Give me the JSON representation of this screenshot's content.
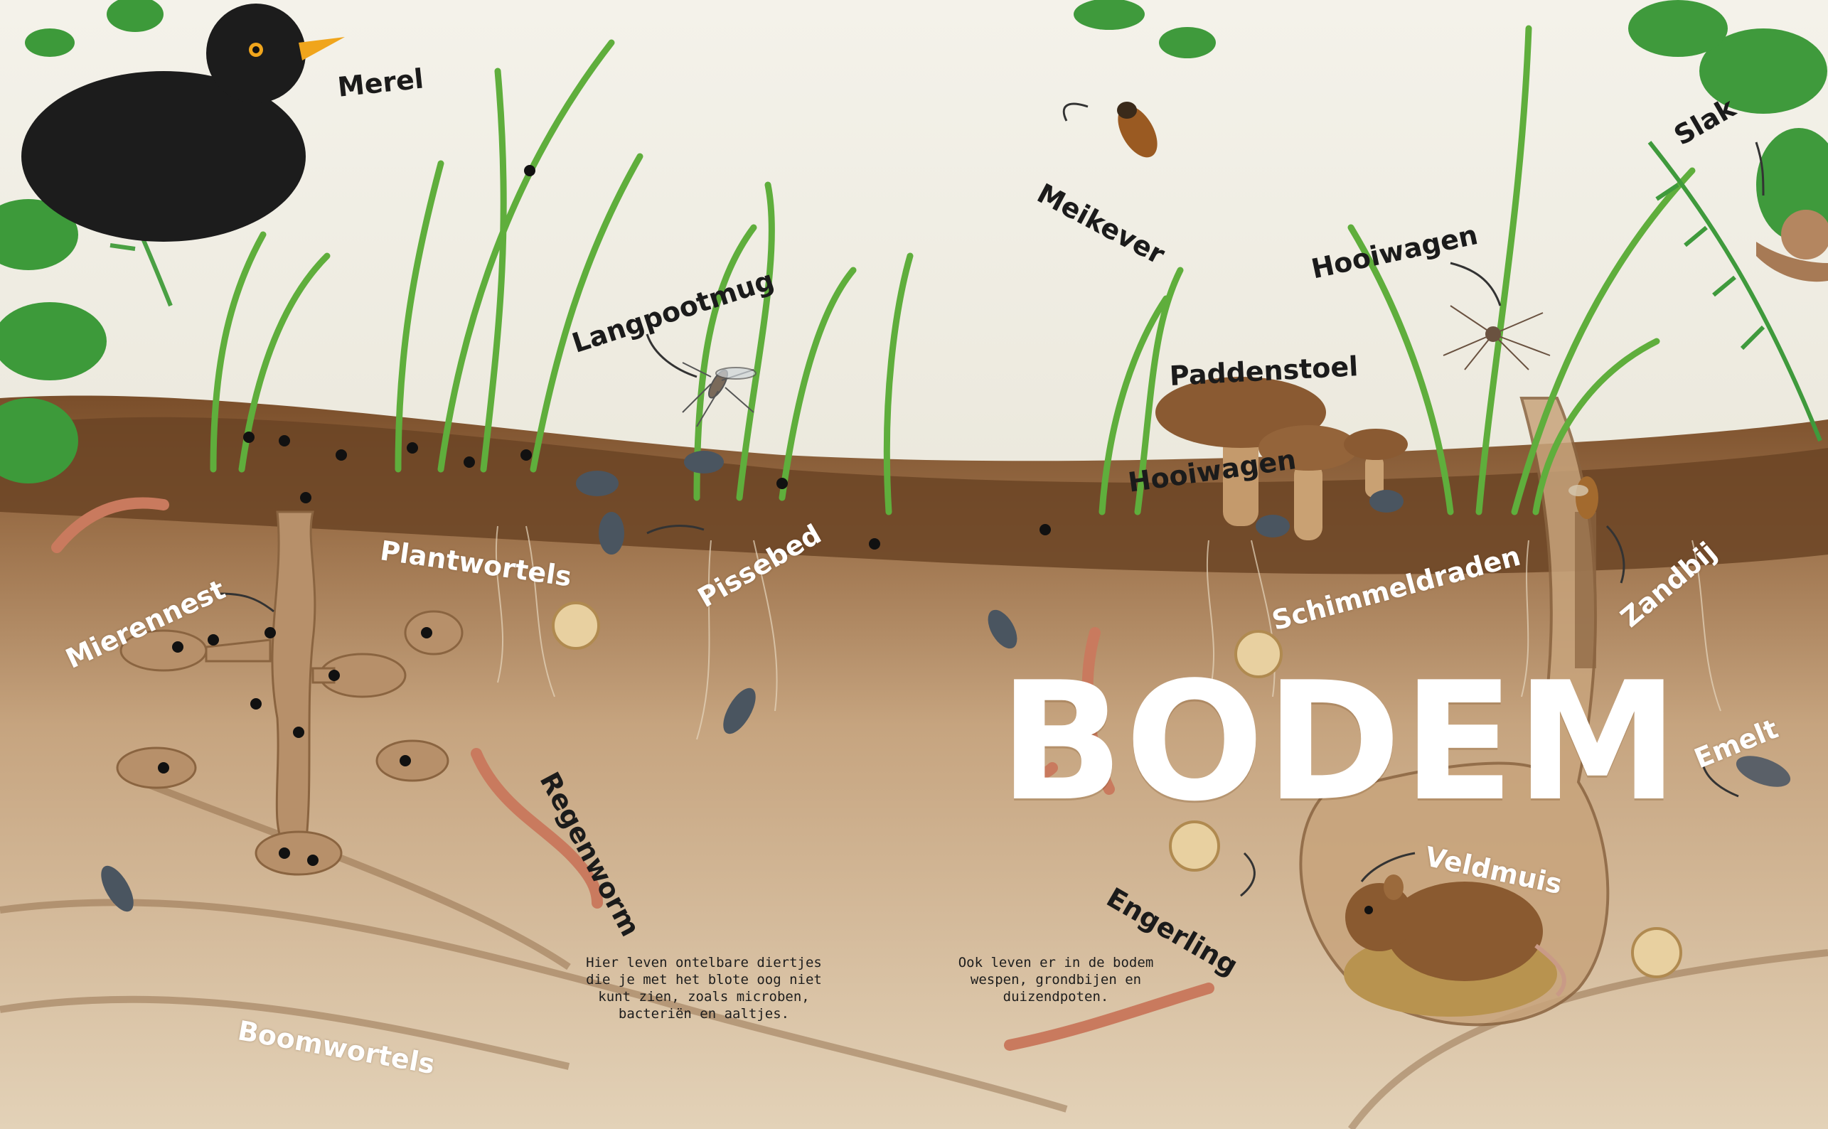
{
  "title": "BODEM",
  "labels": {
    "merel": "Merel",
    "meikever": "Meikever",
    "slak": "Slak",
    "hooiwagen_top": "Hooiwagen",
    "langpootmug": "Langpootmug",
    "paddenstoel": "Paddenstoel",
    "hooiwagen_mid": "Hooiwagen",
    "plantwortels": "Plantwortels",
    "pissebed": "Pissebed",
    "mierennest": "Mierennest",
    "schimmeldraden": "Schimmeldraden",
    "zandbij": "Zandbij",
    "emelt": "Emelt",
    "regenworm": "Regenworm",
    "veldmuis": "Veldmuis",
    "engerling": "Engerling",
    "boomwortels": "Boomwortels"
  },
  "notes": {
    "left": "Hier leven ontelbare diertjes\ndie je met het blote oog niet\nkunt zien, zoals microben,\nbacteriën en aaltjes.",
    "right": "Ook leven er in de bodem\nwespen, grondbijen en\nduizendpoten."
  },
  "colors": {
    "sky": "#f2efe4",
    "topsoil": "#6b4424",
    "subsoil": "#b08a63",
    "deepsoil": "#d9c3a5",
    "grass": "#5fae3c",
    "leaf": "#3d9a3a",
    "worm": "#c97a5e",
    "mushroom": "#8a5a32",
    "blackbird": "#1c1c1c",
    "beak": "#f0a51c"
  },
  "icons": [
    "blackbird-icon",
    "cockchafer-icon",
    "snail-icon",
    "daddy-longlegs-icon",
    "crane-fly-icon",
    "mushroom-icon",
    "ant-icon",
    "woodlouse-icon",
    "earthworm-icon",
    "grub-icon",
    "mouse-icon",
    "mining-bee-icon",
    "leatherjacket-icon",
    "root-icon",
    "fern-icon",
    "ivy-icon"
  ]
}
